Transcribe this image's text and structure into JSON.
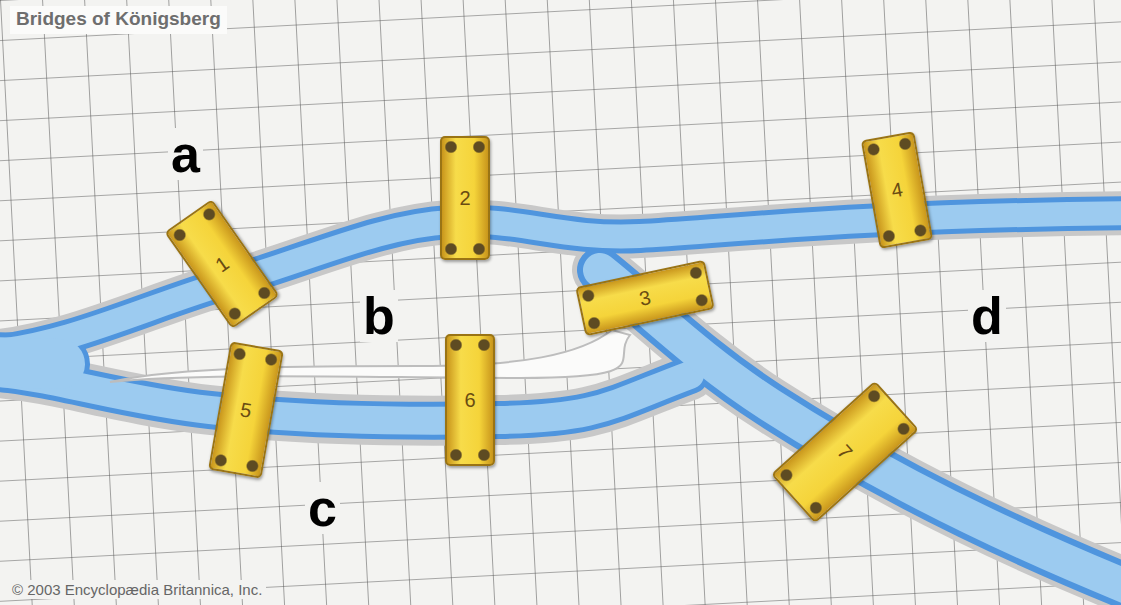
{
  "diagram": {
    "title": "Bridges of Königsberg",
    "nodes": [
      {
        "text": [
          "1"
        ]
      },
      {
        "text": [
          "2"
        ]
      },
      {
        "text": [
          "3"
        ]
      },
      {
        "text": [
          "4"
        ]
      },
      {
        "text": [
          "5"
        ]
      },
      {
        "text": [
          "6"
        ]
      },
      {
        "text": [
          "7"
        ]
      }
    ],
    "labels": [
      "a",
      "b",
      "c",
      "d",
      "© 2003 Encyclopædia Britannica, Inc."
    ]
  }
}
